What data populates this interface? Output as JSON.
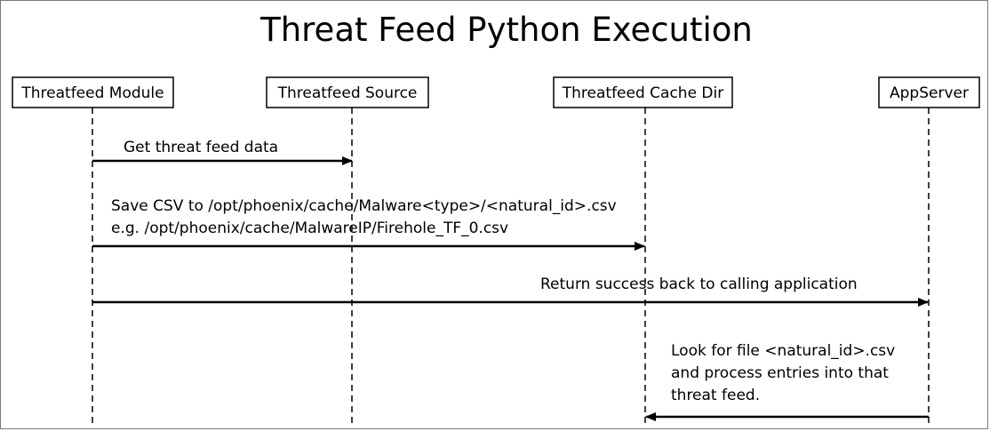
{
  "title": "Threat Feed Python Execution",
  "participants": [
    {
      "id": "module",
      "label": "Threatfeed Module"
    },
    {
      "id": "source",
      "label": "Threatfeed Source"
    },
    {
      "id": "cache",
      "label": "Threatfeed Cache Dir"
    },
    {
      "id": "appserver",
      "label": "AppServer"
    }
  ],
  "messages": [
    {
      "from": "module",
      "to": "source",
      "lines": [
        "Get threat feed data"
      ]
    },
    {
      "from": "module",
      "to": "cache",
      "lines": [
        "Save CSV to /opt/phoenix/cache/Malware<type>/<natural_id>.csv",
        "e.g. /opt/phoenix/cache/MalwareIP/Firehole_TF_0.csv"
      ]
    },
    {
      "from": "module",
      "to": "appserver",
      "lines": [
        "Return success back to calling application"
      ]
    },
    {
      "from": "appserver",
      "to": "cache",
      "lines": [
        "Look for file <natural_id>.csv",
        "and process entries into that",
        "threat feed."
      ]
    }
  ]
}
